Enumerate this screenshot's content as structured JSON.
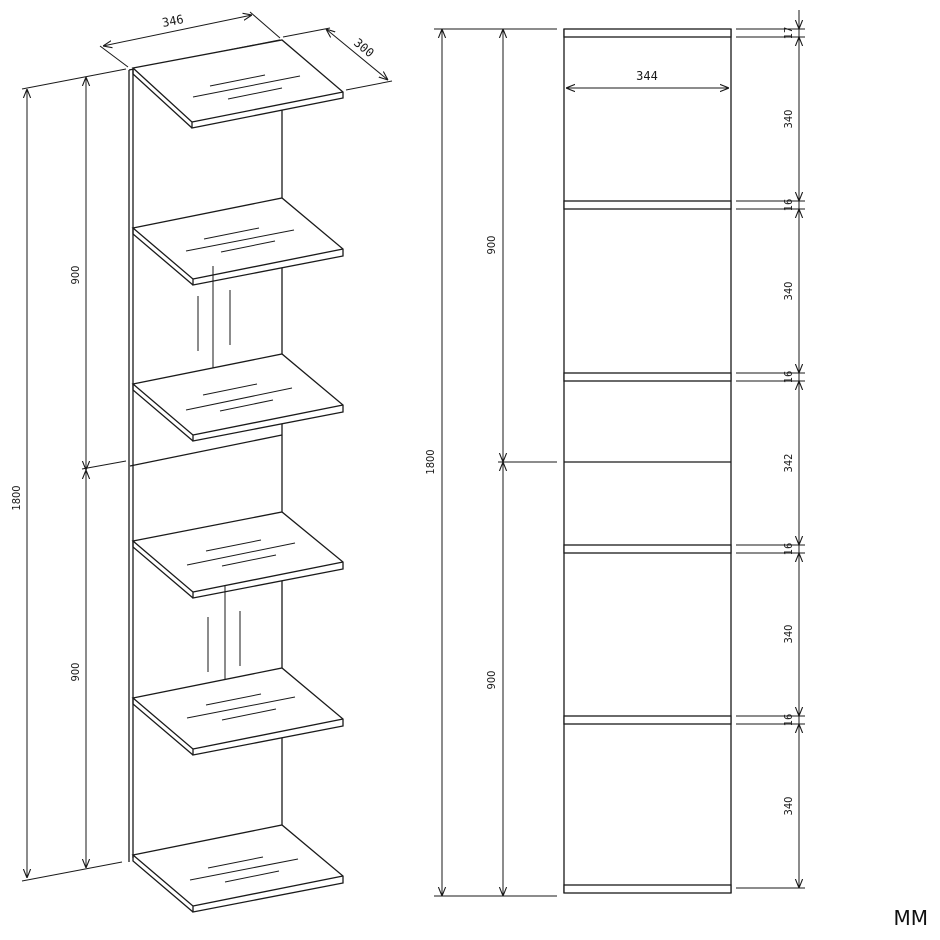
{
  "unit_label": "MM",
  "iso_view": {
    "width_label": "346",
    "depth_label": "300",
    "total_height_label": "1800",
    "upper_height_label": "900",
    "lower_height_label": "900",
    "shelf_count": 6
  },
  "front_view": {
    "inner_width_label": "344",
    "total_height_label": "1800",
    "upper_height_label": "900",
    "lower_height_label": "900",
    "segments": [
      {
        "label": "17",
        "kind": "panel"
      },
      {
        "label": "340",
        "kind": "gap"
      },
      {
        "label": "16",
        "kind": "panel"
      },
      {
        "label": "340",
        "kind": "gap"
      },
      {
        "label": "16",
        "kind": "panel"
      },
      {
        "label": "342",
        "kind": "gap"
      },
      {
        "label": "16",
        "kind": "panel"
      },
      {
        "label": "340",
        "kind": "gap"
      },
      {
        "label": "16",
        "kind": "panel"
      },
      {
        "label": "340",
        "kind": "gap"
      }
    ]
  }
}
